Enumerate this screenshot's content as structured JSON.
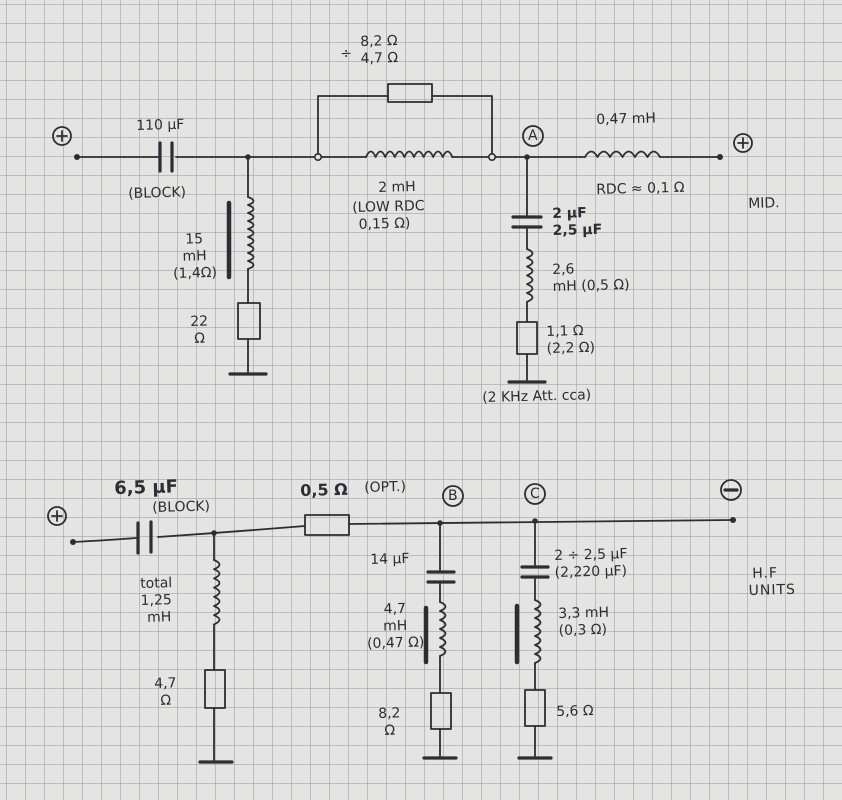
{
  "mid_section": {
    "plus_in": "+",
    "plus_out": "+",
    "series_cap": {
      "value": "110 µF",
      "note": "(BLOCK)"
    },
    "shunt_coil": {
      "value_line1": "15",
      "value_line2": "mH",
      "value_line3": "(1,4Ω)"
    },
    "shunt_res": {
      "value_line1": "22",
      "value_line2": "Ω"
    },
    "bypass_res": {
      "prefix": "÷",
      "value_high": "8,2 Ω",
      "value_low": "4,7 Ω"
    },
    "series_coil_2mh": {
      "value": "2 mH",
      "note_line1": "(LOW RDC",
      "note_line2": "0,15 Ω)"
    },
    "node_a": "A",
    "series_coil_047": {
      "value": "0,47 mH",
      "rdc": "RDC ≈ 0,1 Ω"
    },
    "trap_cap": {
      "line1": "2 µF",
      "line2": "2,5 µF"
    },
    "trap_coil": {
      "line1": "2,6",
      "line2": "mH (0,5 Ω)"
    },
    "trap_res": {
      "line1": "1,1 Ω",
      "line2": "(2,2 Ω)"
    },
    "trap_note": "(2 KHz Att. cca)",
    "unit_label": "MID."
  },
  "hf_section": {
    "plus_in": "+",
    "minus_out": "−",
    "series_cap": {
      "value": "6,5 µF",
      "note": "(BLOCK)"
    },
    "shunt_coil": {
      "line1": "total",
      "line2": "1,25",
      "line3": "mH"
    },
    "shunt_res": {
      "line1": "4,7",
      "line2": "Ω"
    },
    "series_res": {
      "value": "0,5 Ω",
      "note": "(OPT.)"
    },
    "node_b": "B",
    "node_c": "C",
    "b_cap": "14 µF",
    "b_coil": {
      "line1": "4,7",
      "line2": "mH",
      "line3": "(0,47 Ω)"
    },
    "b_res": {
      "line1": "8,2",
      "line2": "Ω"
    },
    "c_cap": {
      "line1": "2 ÷ 2,5 µF",
      "line2": "(2,220 µF)"
    },
    "c_coil": {
      "line1": "3,3 mH",
      "line2": "(0,3 Ω)"
    },
    "c_res": "5,6 Ω",
    "unit_label_line1": "H.F",
    "unit_label_line2": "UNITS"
  }
}
